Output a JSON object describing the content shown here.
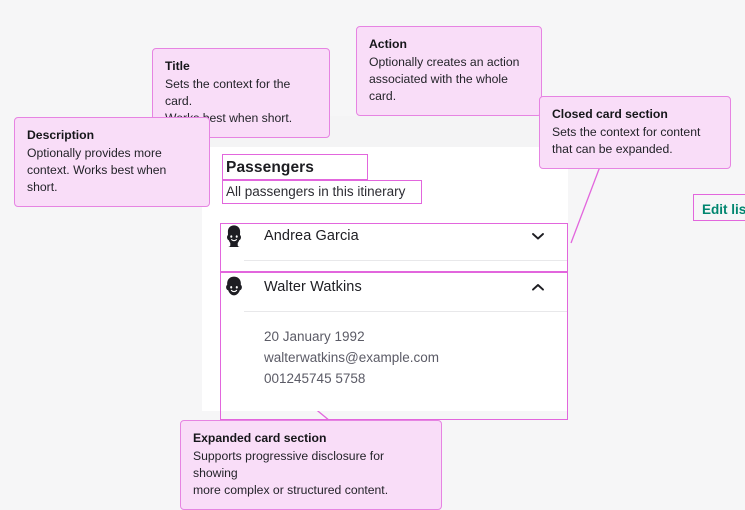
{
  "theme": {
    "page_background": "#f6f6f7",
    "card_background": "#ffffff",
    "card_stage_background": "#f4f4f5",
    "annotation_fill": "#f9ddf8",
    "annotation_border": "#e684e2",
    "annotation_outline": "#e266dd",
    "action_color": "#00866f",
    "text_primary": "#1d1d22",
    "text_muted": "#5b5b66",
    "divider": "#e8e8ea"
  },
  "card": {
    "title": "Passengers",
    "description": "All passengers in this itinerary",
    "action_label": "Edit list",
    "sections": [
      {
        "name": "Andrea Garcia",
        "avatar_icon": "woman-avatar-icon",
        "chevron_icon": "chevron-down-icon",
        "expanded": false,
        "details": []
      },
      {
        "name": "Walter Watkins",
        "avatar_icon": "man-avatar-icon",
        "chevron_icon": "chevron-up-icon",
        "expanded": true,
        "details": [
          "20 January 1992",
          "walterwatkins@example.com",
          "001245745 5758"
        ]
      }
    ]
  },
  "annotations": [
    {
      "key": "title",
      "title": "Title",
      "body_line1": "Sets the context for the card.",
      "body_line2": "Works best when short."
    },
    {
      "key": "action",
      "title": "Action",
      "body_line1": "Optionally creates an action",
      "body_line2": "associated with the whole card."
    },
    {
      "key": "closed_card_section",
      "title": "Closed card section",
      "body_line1": "Sets the context for content",
      "body_line2": "that can be expanded."
    },
    {
      "key": "description",
      "title": "Description",
      "body_line1": "Optionally provides more",
      "body_line2": "context. Works best when short."
    },
    {
      "key": "expanded_card_section",
      "title": "Expanded card section",
      "body_line1": "Supports progressive disclosure for showing",
      "body_line2": "more complex or structured content."
    }
  ]
}
